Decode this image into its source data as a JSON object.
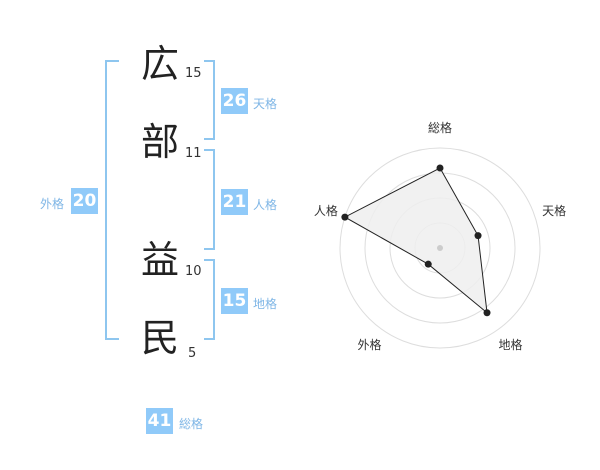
{
  "name": {
    "chars": [
      {
        "char": "広",
        "strokes": "15"
      },
      {
        "char": "部",
        "strokes": "11"
      },
      {
        "char": "益",
        "strokes": "10"
      },
      {
        "char": "民",
        "strokes": "5"
      }
    ]
  },
  "fortune": {
    "ten": {
      "value": "26",
      "label": "天格"
    },
    "jin": {
      "value": "21",
      "label": "人格"
    },
    "chi": {
      "value": "15",
      "label": "地格"
    },
    "gai": {
      "value": "20",
      "label": "外格"
    },
    "sou": {
      "value": "41",
      "label": "総格"
    }
  },
  "chart_data": {
    "type": "radar",
    "axes": [
      "総格",
      "天格",
      "地格",
      "外格",
      "人格"
    ],
    "values": [
      4,
      2,
      4,
      1,
      5
    ],
    "max": 5,
    "rings": 4,
    "colors": {
      "fill": "#eeeeee",
      "stroke": "#222222",
      "grid": "#dddddd",
      "bracket": "#8ec6ef"
    }
  }
}
